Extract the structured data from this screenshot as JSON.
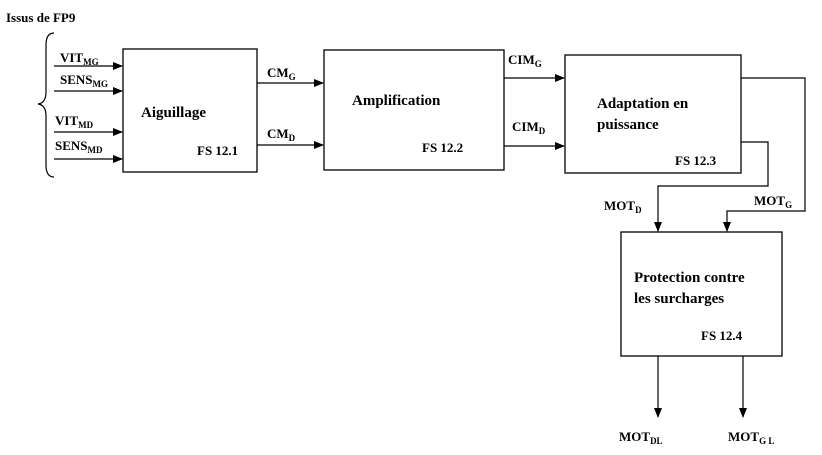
{
  "source_label": "Issus de FP9",
  "inputs": [
    {
      "main": "VIT",
      "sub": "MG"
    },
    {
      "main": "SENS",
      "sub": "MG"
    },
    {
      "main": "VIT",
      "sub": "MD"
    },
    {
      "main": "SENS",
      "sub": "MD"
    }
  ],
  "blocks": {
    "aiguillage": {
      "title": "Aiguillage",
      "code": "FS 12.1"
    },
    "amplification": {
      "title": "Amplification",
      "code": "FS 12.2"
    },
    "adaptation": {
      "title_line1": "Adaptation en",
      "title_line2": "puissance",
      "code": "FS 12.3"
    },
    "protection": {
      "title_line1": "Protection contre",
      "title_line2": "les surcharges",
      "code": "FS 12.4"
    }
  },
  "signals": {
    "cm_g": {
      "main": "CM",
      "sub": "G"
    },
    "cm_d": {
      "main": "CM",
      "sub": "D"
    },
    "cim_g": {
      "main": "CIM",
      "sub": "G"
    },
    "cim_d": {
      "main": "CIM",
      "sub": "D"
    },
    "mot_d": {
      "main": "MOT",
      "sub": "D"
    },
    "mot_g": {
      "main": "MOT",
      "sub": "G"
    },
    "mot_dl": {
      "main": "MOT",
      "sub": "DL"
    },
    "mot_gl": {
      "main": "MOT",
      "sub": "G L"
    }
  }
}
